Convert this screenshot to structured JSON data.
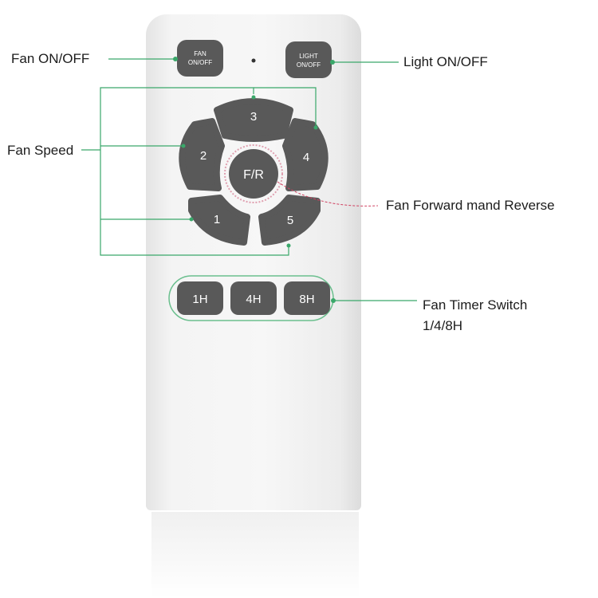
{
  "labels": {
    "fan_onoff": "Fan ON/OFF",
    "light_onoff": "Light ON/OFF",
    "fan_speed": "Fan Speed",
    "forward_reverse": "Fan Forward mand Reverse",
    "timer_line1": "Fan Timer Switch",
    "timer_line2": "1/4/8H"
  },
  "buttons": {
    "fan_top": "FAN",
    "fan_bottom": "ON/OFF",
    "light_top": "LIGHT",
    "light_bottom": "ON/OFF",
    "speed_1": "1",
    "speed_2": "2",
    "speed_3": "3",
    "speed_4": "4",
    "speed_5": "5",
    "fr": "F/R",
    "timer_1h": "1H",
    "timer_4h": "4H",
    "timer_8h": "8H"
  },
  "colors": {
    "button": "#595959",
    "callout_line": "#3aa86a",
    "fr_line": "#d04060",
    "remote_body": "#f4f4f4"
  }
}
